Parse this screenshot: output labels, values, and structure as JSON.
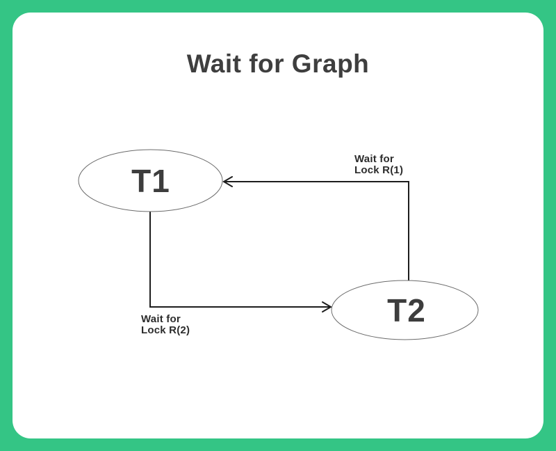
{
  "app": {
    "background_color": "#34c585",
    "card_color": "#ffffff"
  },
  "diagram": {
    "title": "Wait for Graph",
    "nodes": [
      {
        "id": "T1",
        "label": "T1"
      },
      {
        "id": "T2",
        "label": "T2"
      }
    ],
    "edges": [
      {
        "from": "T2",
        "to": "T1",
        "label_line1": "Wait for",
        "label_line2": "Lock R(1)"
      },
      {
        "from": "T1",
        "to": "T2",
        "label_line1": "Wait for",
        "label_line2": "Lock R(2)"
      }
    ],
    "colors": {
      "edge_stroke": "#1d1d1d",
      "node_stroke": "#6b6b6b",
      "text": "#3d3d3d"
    }
  }
}
